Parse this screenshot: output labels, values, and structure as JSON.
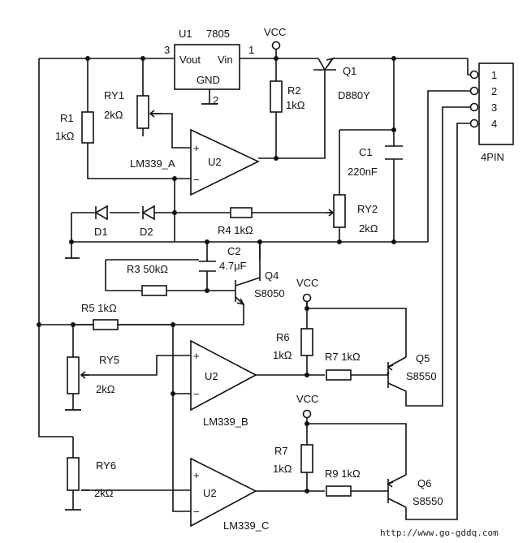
{
  "regulator": {
    "ref": "U1",
    "part": "7805",
    "pin_in": "Vin",
    "pin_out": "Vout",
    "pin_gnd": "GND",
    "pin1": "1",
    "pin2": "2",
    "pin3": "3"
  },
  "vcc": [
    "VCC",
    "VCC",
    "VCC"
  ],
  "transistors": {
    "q1": {
      "ref": "Q1",
      "part": "D880Y"
    },
    "q4": {
      "ref": "Q4",
      "part": "S8050"
    },
    "q5": {
      "ref": "Q5",
      "part": "S8550"
    },
    "q6": {
      "ref": "Q6",
      "part": "S8550"
    }
  },
  "resistors": {
    "r1": {
      "ref": "R1",
      "value": "1kΩ"
    },
    "ry1": {
      "ref": "RY1",
      "value": "2kΩ"
    },
    "r2": {
      "ref": "R2",
      "value": "1kΩ"
    },
    "ry2": {
      "ref": "RY2",
      "value": "2kΩ"
    },
    "r4": {
      "label": "R4  1kΩ"
    },
    "r3": {
      "label": "R3  50kΩ"
    },
    "r5": {
      "label": "R5  1kΩ"
    },
    "ry5": {
      "ref": "RY5",
      "value": "2kΩ"
    },
    "r6": {
      "ref": "R6",
      "value": "1kΩ"
    },
    "r7a": {
      "label": "R7  1kΩ"
    },
    "r7b": {
      "ref": "R7",
      "value": "1kΩ"
    },
    "r9": {
      "label": "R9  1kΩ"
    },
    "ry6": {
      "ref": "RY6",
      "value": "2kΩ"
    }
  },
  "capacitors": {
    "c1": {
      "ref": "C1",
      "value": "220nF"
    },
    "c2": {
      "ref": "C2",
      "value": "4.7μF"
    }
  },
  "diodes": [
    "D1",
    "D2"
  ],
  "opamps": {
    "a": {
      "name": "U2",
      "label": "LM339_A"
    },
    "b": {
      "name": "U2",
      "label": "LM339_B"
    },
    "c": {
      "name": "U2",
      "label": "LM339_C"
    },
    "plus": "+",
    "minus": "−"
  },
  "connector": {
    "label": "4PIN",
    "pins": [
      "1",
      "2",
      "3",
      "4"
    ]
  },
  "watermark": "http://www.go-gddq.com"
}
